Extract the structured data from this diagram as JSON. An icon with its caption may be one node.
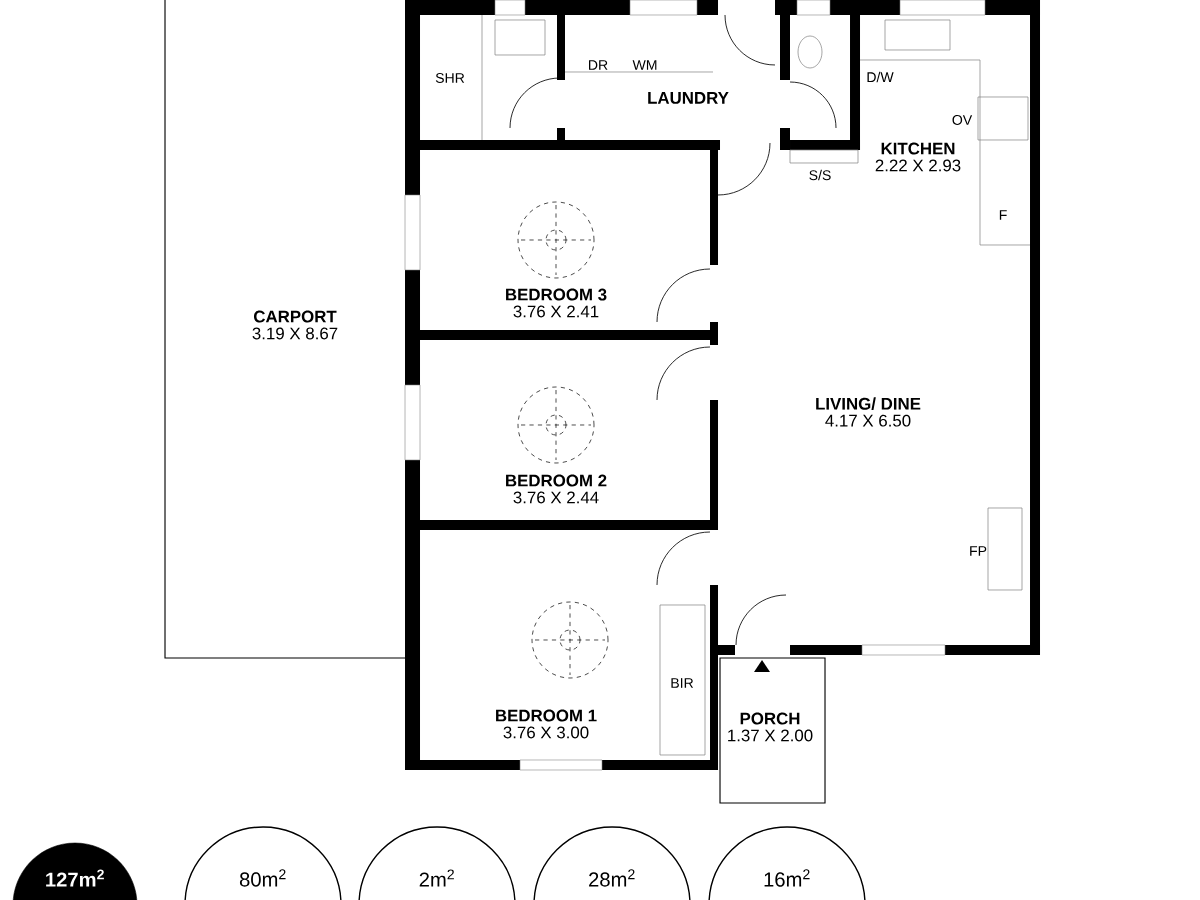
{
  "diagram": {
    "nodes": [
      {
        "text": [
          "LAUNDRY"
        ]
      },
      {
        "text": [
          "KITCHEN",
          "2.22 X 2.93"
        ]
      },
      {
        "text": [
          "CARPORT",
          "3.19 X 8.67"
        ]
      },
      {
        "text": [
          "BEDROOM 3",
          "3.76 X 2.41"
        ]
      },
      {
        "text": [
          "LIVING/ DINE",
          "4.17 X 6.50"
        ]
      },
      {
        "text": [
          "BEDROOM 2",
          "3.76 X 2.44"
        ]
      },
      {
        "text": [
          "BEDROOM 1",
          "3.76 X 3.00"
        ]
      },
      {
        "text": [
          "PORCH",
          "1.37 X 2.00"
        ]
      },
      {
        "text": [
          "127m$^{2}$"
        ]
      },
      {
        "text": [
          "80m$^{2}$"
        ]
      },
      {
        "text": [
          "2m$^{2}$"
        ]
      },
      {
        "text": [
          "28m$^{2}$"
        ]
      },
      {
        "text": [
          "16m$^{2}$"
        ]
      }
    ],
    "labels": [
      "DR",
      "WM",
      "D/W",
      "SHR",
      "OV",
      "S/S",
      "F",
      "FP",
      "BIR"
    ]
  }
}
